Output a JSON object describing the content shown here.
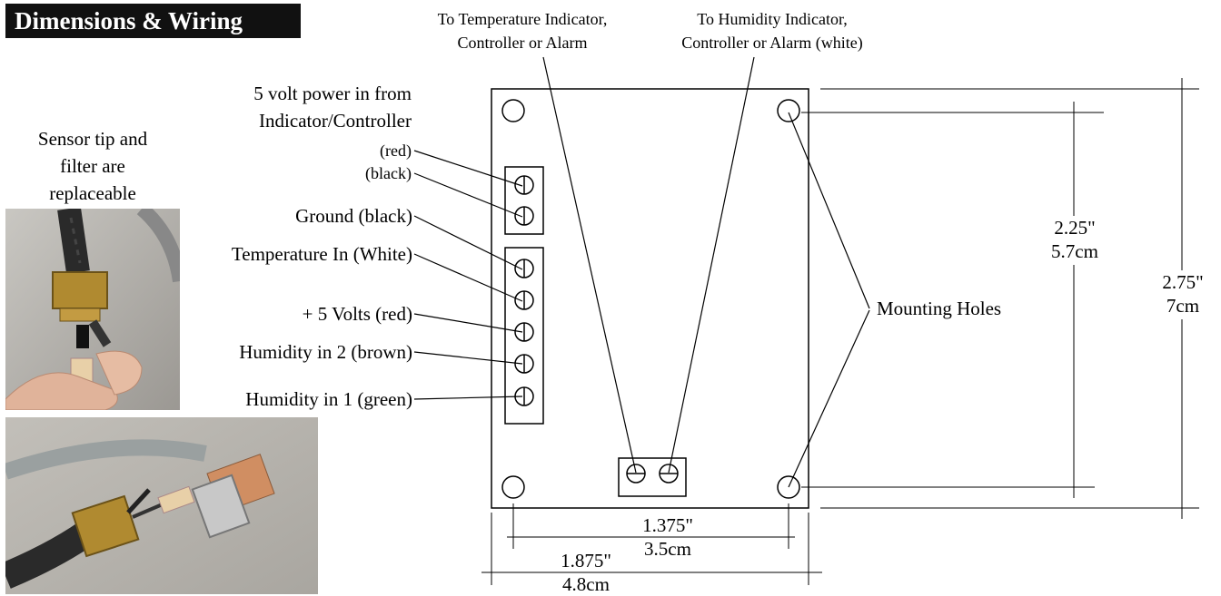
{
  "title": "Dimensions & Wiring",
  "top_labels": {
    "temperature": [
      "To Temperature Indicator,",
      "Controller or Alarm"
    ],
    "humidity": [
      "To Humidity Indicator,",
      "Controller or Alarm (white)"
    ]
  },
  "power_label": [
    "5 volt power in from",
    "Indicator/Controller"
  ],
  "power_wires": [
    "(red)",
    "(black)"
  ],
  "sensor_caption": [
    "Sensor tip and",
    "filter are",
    "replaceable"
  ],
  "terminals": [
    "Ground (black)",
    "Temperature In (White)",
    "+ 5 Volts (red)",
    "Humidity in 2 (brown)",
    "Humidity in 1 (green)"
  ],
  "mounting_label": "Mounting Holes",
  "dimensions": {
    "hole_vertical": [
      "2.25\"",
      "5.7cm"
    ],
    "board_height": [
      "2.75\"",
      "7cm"
    ],
    "hole_horizontal": [
      "1.375\"",
      "3.5cm"
    ],
    "board_width": [
      "1.875\"",
      "4.8cm"
    ]
  }
}
